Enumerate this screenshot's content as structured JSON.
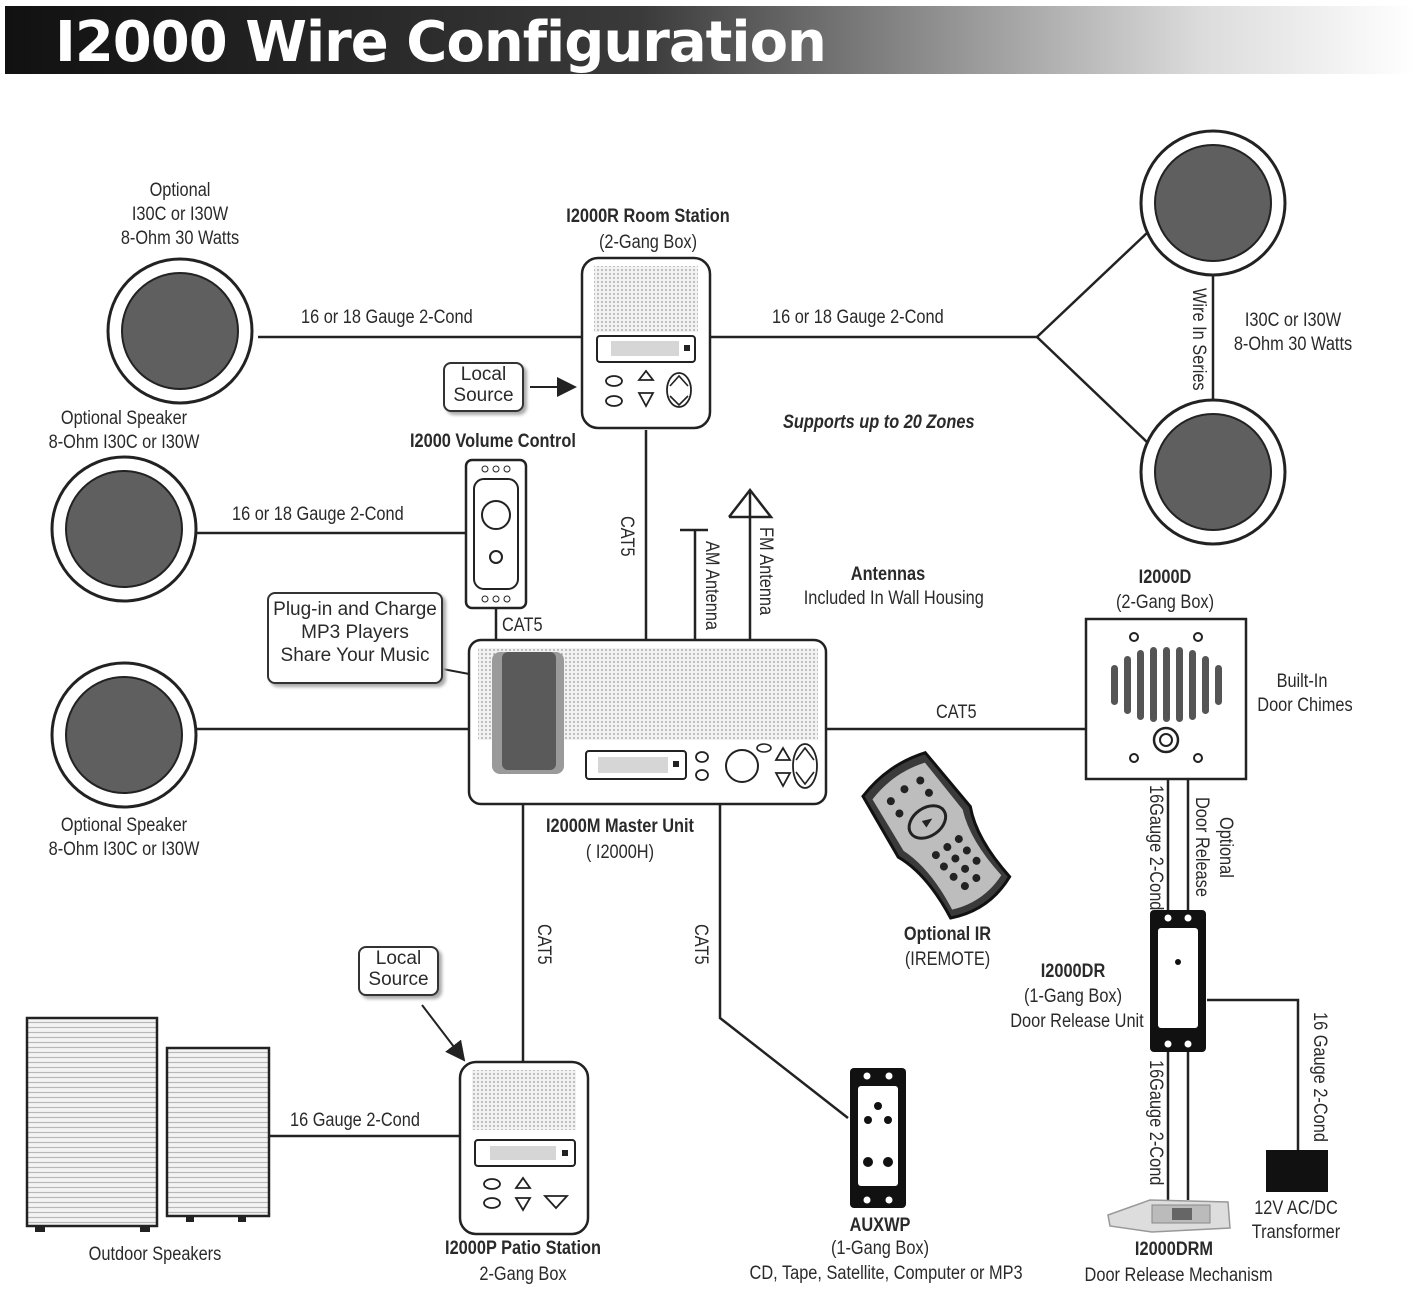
{
  "title": "I2000 Wire Configuration",
  "speakers": {
    "top_left": [
      "Optional",
      "I30C or I30W",
      "8-Ohm 30 Watts"
    ],
    "mid_left": [
      "Optional Speaker",
      "8-Ohm I30C or I30W"
    ],
    "lower_left": [
      "Optional Speaker",
      "8-Ohm I30C or I30W"
    ],
    "right_pair": [
      "I30C or I30W",
      "8-Ohm 30 Watts"
    ],
    "wire_in_series": "Wire In Series"
  },
  "wires": {
    "gauge_2cond": "16 or 18 Gauge 2-Cond",
    "gauge16_2cond": "16 Gauge 2-Cond",
    "gauge16_2cond_compact": "16Gauge 2-Cond",
    "cat5": "CAT5",
    "optional_door_release": [
      "Optional",
      "Door Release"
    ]
  },
  "room_station": {
    "name": "I2000R Room Station",
    "box": "(2-Gang Box)"
  },
  "local_source": [
    "Local",
    "Source"
  ],
  "volume_control": "I2000 Volume Control",
  "plugin_note": [
    "Plug-in and Charge",
    "MP3 Players",
    "Share Your Music"
  ],
  "zones_note": "Supports up to 20 Zones",
  "antennas": {
    "am": "AM Antenna",
    "fm": "FM Antenna",
    "title": "Antennas",
    "sub": "Included In Wall Housing"
  },
  "master_unit": {
    "name": "I2000M Master Unit",
    "alt": "( I2000H)"
  },
  "door_station": {
    "name": "I2000D",
    "box": "(2-Gang Box)",
    "chimes": [
      "Built-In",
      "Door Chimes"
    ]
  },
  "ir_remote": {
    "name": "Optional IR",
    "model": "(IREMOTE)"
  },
  "door_release_unit": [
    "I2000DR",
    "(1-Gang Box)",
    "Door Release Unit"
  ],
  "door_release_mech": "I2000DRM",
  "door_release_mech_sub": "Door Release Mechanism",
  "transformer": [
    "12V AC/DC",
    "Transformer"
  ],
  "patio_station": {
    "name": "I2000P Patio Station",
    "box": "2-Gang Box"
  },
  "outdoor_speakers": "Outdoor Speakers",
  "auxwp": {
    "name": "AUXWP",
    "box": "(1-Gang Box)",
    "sources": "CD, Tape, Satellite, Computer or MP3"
  }
}
